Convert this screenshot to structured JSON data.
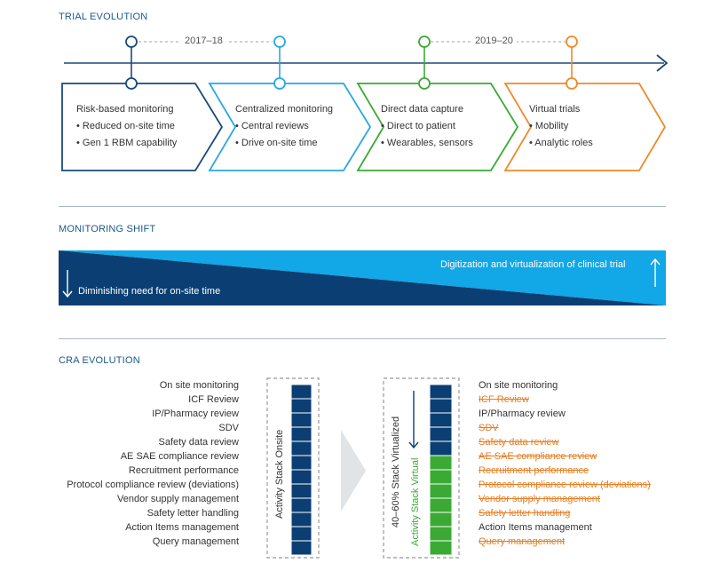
{
  "trial_evolution": {
    "title": "TRIAL EVOLUTION",
    "eras": [
      "2017–18",
      "2019–20"
    ],
    "stages": [
      {
        "title": "Risk-based monitoring",
        "bullets": [
          "• Reduced on-site time",
          "• Gen 1 RBM capability"
        ],
        "color": "#1a4a78"
      },
      {
        "title": "Centralized monitoring",
        "bullets": [
          "• Central reviews",
          "• Drive on-site time"
        ],
        "color": "#29a8e0"
      },
      {
        "title": "Direct data capture",
        "bullets": [
          "• Direct to patient",
          "• Wearables, sensors"
        ],
        "color": "#3aaa35"
      },
      {
        "title": "Virtual trials",
        "bullets": [
          "• Mobility",
          "• Analytic roles"
        ],
        "color": "#ef8a2a"
      }
    ]
  },
  "monitoring_shift": {
    "title": "MONITORING SHIFT",
    "up_label": "Digitization and virtualization of clinical trial",
    "down_label": "Diminishing need for on-site time"
  },
  "cra_evolution": {
    "title": "CRA EVOLUTION",
    "stack_onsite_label": "Activity Stack Onsite",
    "stack_virtualized_label": "40–60% Stack Virtualized",
    "stack_virtual_label": "Activity Stack Virtual",
    "left_items": [
      "On site monitoring",
      "ICF Review",
      "IP/Pharmacy review",
      "SDV",
      "Safety data review",
      "AE SAE compliance review",
      "Recruitment performance",
      "Protocol compliance review (deviations)",
      "Vendor supply management",
      "Safety letter handling",
      "Action Items management",
      "Query management"
    ],
    "right_items": [
      {
        "label": "On site monitoring",
        "virtualized": false
      },
      {
        "label": "ICF Review",
        "virtualized": true
      },
      {
        "label": "IP/Pharmacy review",
        "virtualized": false
      },
      {
        "label": "SDV",
        "virtualized": true
      },
      {
        "label": "Safety data review",
        "virtualized": true
      },
      {
        "label": "AE SAE compliance review",
        "virtualized": true
      },
      {
        "label": "Recruitment performance",
        "virtualized": true
      },
      {
        "label": "Protocol compliance review (deviations)",
        "virtualized": true
      },
      {
        "label": "Vendor supply management",
        "virtualized": true
      },
      {
        "label": "Safety letter handling",
        "virtualized": true
      },
      {
        "label": "Action Items management",
        "virtualized": false
      },
      {
        "label": "Query management",
        "virtualized": true
      }
    ],
    "colors": {
      "onsite": "#0b3f73",
      "virtual": "#3aaa35",
      "virtualized_text": "#e67e22"
    }
  }
}
